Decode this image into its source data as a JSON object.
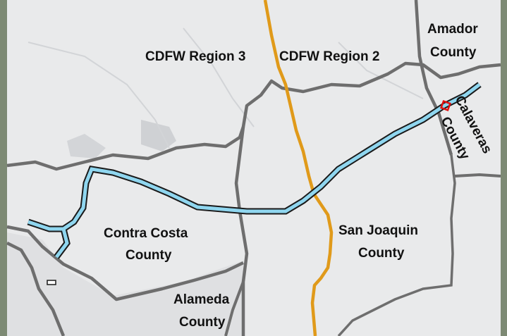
{
  "labels": {
    "region3": "CDFW Region 3",
    "region2": "CDFW Region 2",
    "amador_line1": "Amador",
    "amador_line2": "County",
    "calaveras_line1": "Calaveras",
    "calaveras_line2": "County",
    "contra_costa_line1": "Contra Costa",
    "contra_costa_line2": "County",
    "san_joaquin_line1": "San Joaquin",
    "san_joaquin_line2": "County",
    "alameda_line1": "Alameda",
    "alameda_line2": "County"
  },
  "colors": {
    "land": "#e9eaeb",
    "county_border": "#6e6e6e",
    "region_border": "#e09a1a",
    "route_fill": "#8fd6ef",
    "route_outline": "#1a1a1a",
    "marker": "#e01010",
    "aerial": "#7d8a74"
  }
}
